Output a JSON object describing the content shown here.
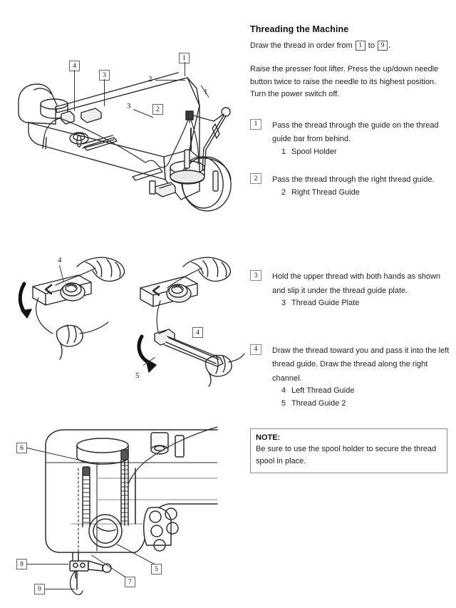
{
  "document": {
    "title": "Threading the Machine",
    "lead_prefix": "Draw the thread in order from",
    "lead_from": "1",
    "lead_mid": "to",
    "lead_to": "9",
    "lead_suffix": ".",
    "intro": "Raise the presser foot lifter. Press the up/down needle button twice to raise the needle to its highest position. Turn the power switch off."
  },
  "steps": [
    {
      "marker": "1",
      "text": "Pass the thread through the guide on the thread guide bar from behind.",
      "subitems": [
        {
          "number": "1",
          "label": "Spool Holder"
        }
      ]
    },
    {
      "marker": "2",
      "text": "Pass the thread through the right thread guide.",
      "subitems": [
        {
          "number": "2",
          "label": "Right Thread Guide"
        }
      ]
    },
    {
      "marker": "3",
      "text": "Hold the upper thread with both hands as shown and slip it under the thread guide plate.",
      "subitems": [
        {
          "number": "3",
          "label": "Thread Guide Plate"
        }
      ]
    },
    {
      "marker": "4",
      "text": "Draw the thread toward you and pass it into the left thread guide. Draw the thread along the right channel.",
      "subitems": [
        {
          "number": "4",
          "label": "Left Thread Guide"
        },
        {
          "number": "5",
          "label": "Thread Guide 2"
        }
      ]
    }
  ],
  "note": {
    "title": "NOTE:",
    "body": "Be sure to use the spool holder to secure the thread spool in place."
  },
  "figures": {
    "top_machine": {
      "caption": "sewing machine top view with thread guide bar and spool",
      "boxed_callouts": [
        "4",
        "3",
        "1",
        "2"
      ],
      "plain_callouts": [
        "2",
        "3",
        "1"
      ]
    },
    "hand_left": {
      "caption": "hand holding thread over thread guide plate",
      "plain_callouts": [
        "4"
      ]
    },
    "hand_right": {
      "caption": "hand drawing thread into left thread guide",
      "boxed_callouts": [
        "4"
      ],
      "plain_callouts": [
        "5"
      ]
    },
    "bottom_machine": {
      "caption": "front view of machine showing thread channels and needle",
      "boxed_callouts": [
        "6",
        "8",
        "9",
        "7",
        "5"
      ]
    }
  },
  "colors": {
    "ink": "#1a1a1a",
    "line": "#333333",
    "rule": "#8d8d8d",
    "paper": "#ffffff",
    "shade": "#d9d9d9"
  }
}
